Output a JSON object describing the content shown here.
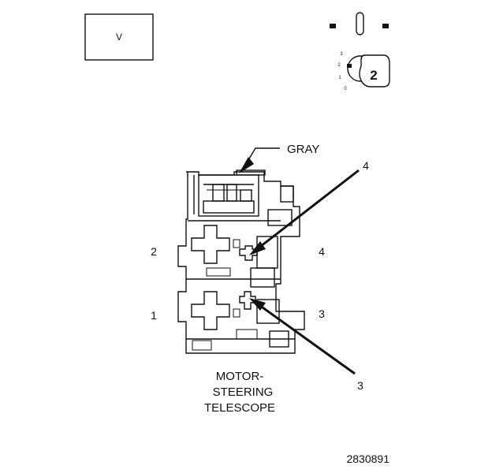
{
  "view_box": {
    "label": "V"
  },
  "key_icon": {
    "position_labels": [
      "3",
      "2",
      "1",
      "0"
    ],
    "number": "2"
  },
  "callouts": {
    "gray": "GRAY",
    "top_right_pointer": "4",
    "bottom_right_pointer": "3"
  },
  "cavity_labels": {
    "left_top": "2",
    "left_bottom": "1",
    "right_top": "4",
    "right_bottom": "3"
  },
  "connector_caption": {
    "line1": "MOTOR-",
    "line2": "STEERING",
    "line3": "TELESCOPE"
  },
  "figure_number": "2830891"
}
